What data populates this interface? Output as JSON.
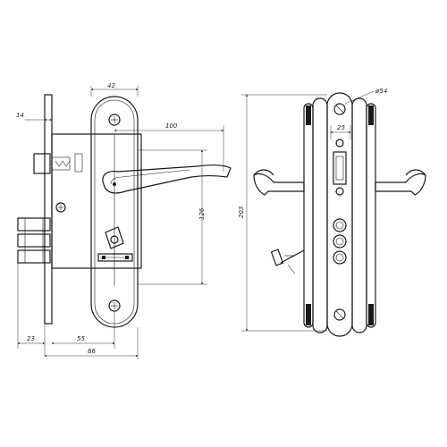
{
  "dimensions": {
    "d42": "42",
    "d14": "14",
    "d100": "100",
    "d126": "126",
    "d203": "203",
    "d54": "ø54",
    "d25": "25",
    "d23": "23",
    "d55": "55",
    "d86": "86"
  }
}
